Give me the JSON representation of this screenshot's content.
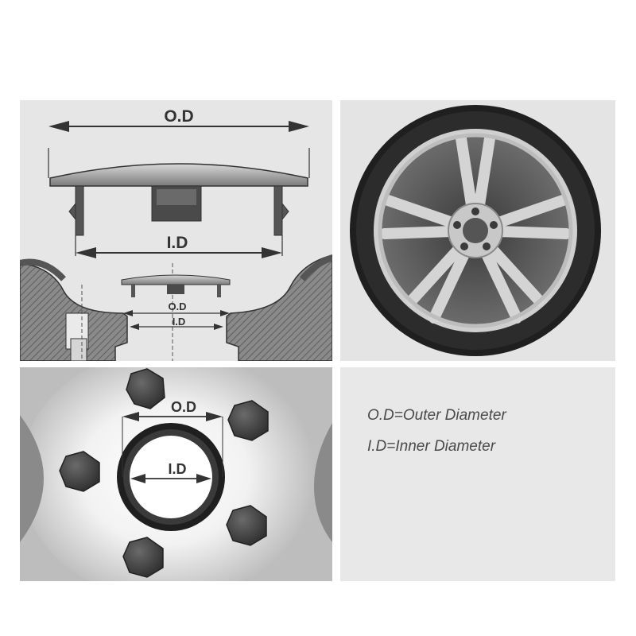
{
  "cap_diagram": {
    "od_label": "O.D",
    "id_label": "I.D",
    "small_od_label": "O.D",
    "small_id_label": "I.D"
  },
  "hub_diagram": {
    "od_label": "O.D",
    "id_label": "I.D"
  },
  "legend": {
    "line1": "O.D=Outer Diameter",
    "line2": "I.D=Inner Diameter"
  }
}
